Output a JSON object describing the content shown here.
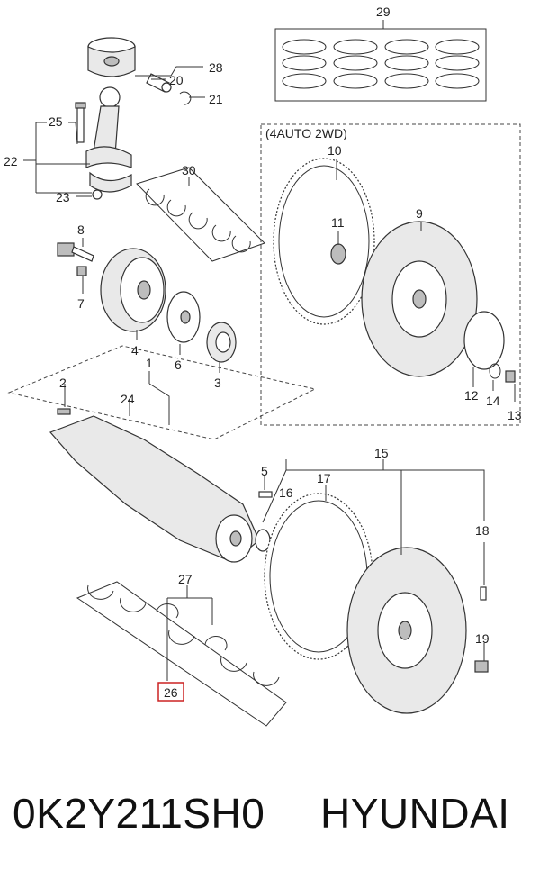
{
  "diagram": {
    "section_note": "(4AUTO 2WD)",
    "highlight_color": "#cc2222",
    "labels": {
      "l1": "1",
      "l2": "2",
      "l3": "3",
      "l4": "4",
      "l5": "5",
      "l6": "6",
      "l7": "7",
      "l8": "8",
      "l9": "9",
      "l10": "10",
      "l11": "11",
      "l12": "12",
      "l13": "13",
      "l14": "14",
      "l15": "15",
      "l16": "16",
      "l17": "17",
      "l18": "18",
      "l19": "19",
      "l20": "20",
      "l21": "21",
      "l22": "22",
      "l23": "23",
      "l24": "24",
      "l25": "25",
      "l26": "26",
      "l27": "27",
      "l28": "28",
      "l29": "29",
      "l30": "30"
    }
  },
  "caption": {
    "part_number": "0K2Y211SH0",
    "brand": "HYUNDAI"
  }
}
